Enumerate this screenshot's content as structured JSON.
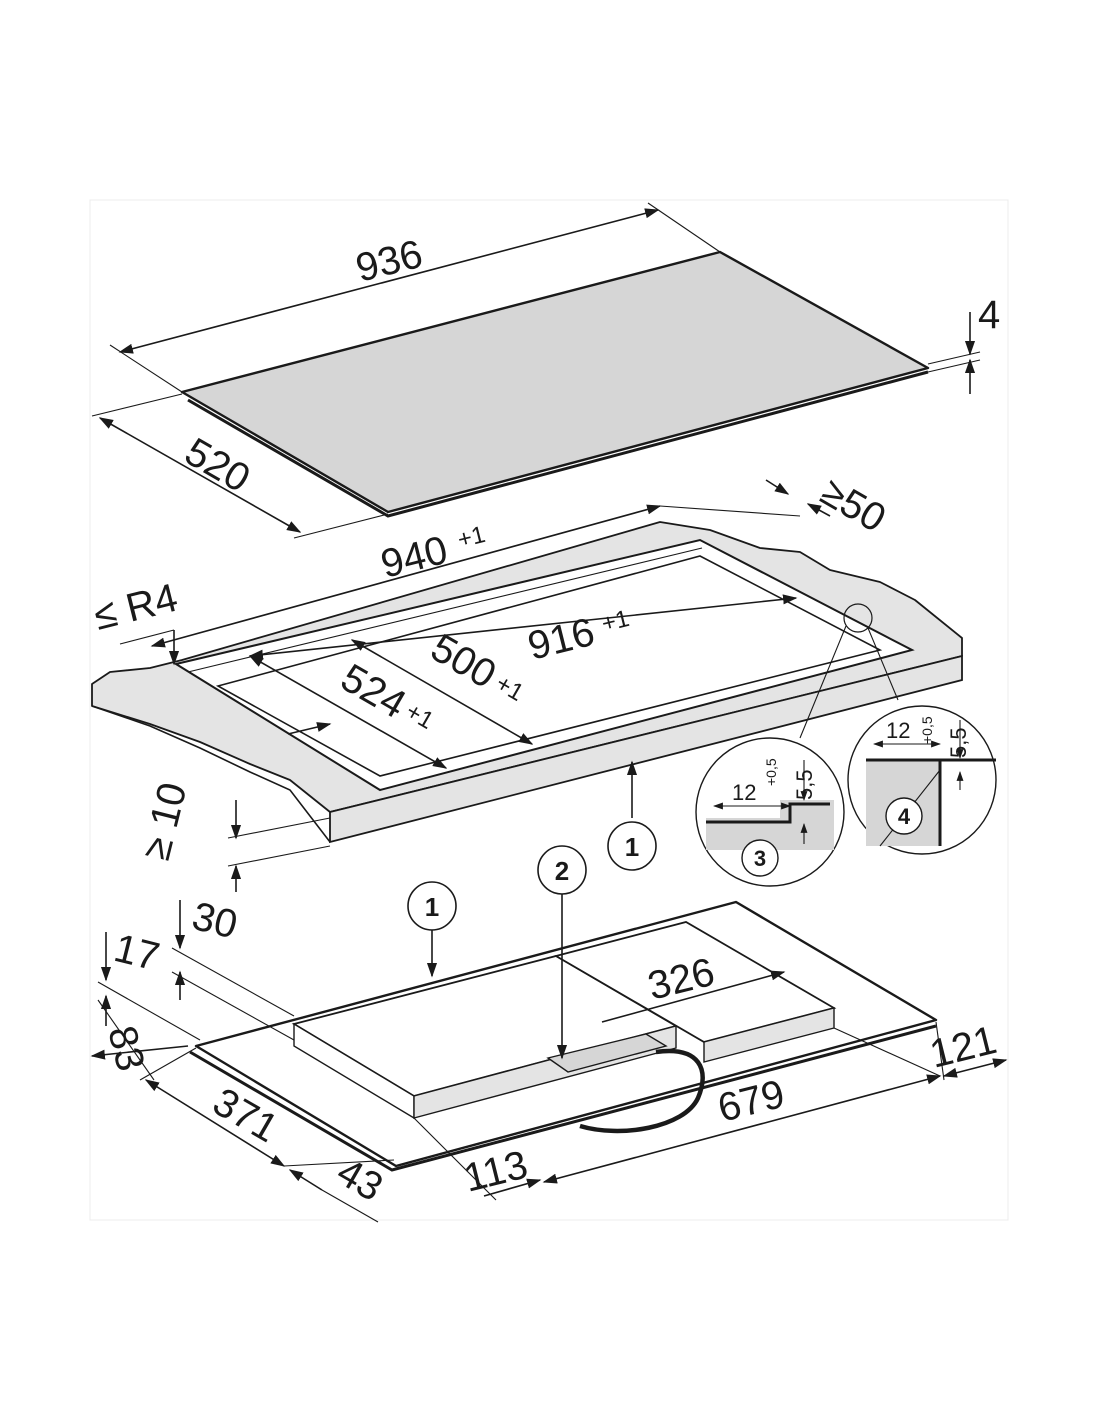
{
  "glass_top": {
    "width": "936",
    "depth": "520",
    "thickness": "4"
  },
  "cutout": {
    "outer_length": "940",
    "outer_length_tol": "+1",
    "edge_distance": "≥50",
    "corner_radius": "≤ R4",
    "inner_length": "916",
    "inner_length_tol": "+1",
    "depth_outer": "524",
    "depth_outer_tol": "+1",
    "depth_inner": "500",
    "depth_inner_tol": "+1",
    "worktop_min": "≥ 10"
  },
  "details": {
    "detail_3": {
      "callout": "3",
      "width": "12",
      "height": "5,5",
      "height_tol": "+0,5"
    },
    "detail_4": {
      "callout": "4",
      "width": "12",
      "height": "5,5",
      "height_tol": "+0,5"
    }
  },
  "callouts": {
    "frame": "1",
    "frame_unit": "1",
    "connection": "2"
  },
  "unit": {
    "depth_total": "30",
    "depth_body": "17",
    "front_offset": "83",
    "left_box": "371",
    "front_gap": "43",
    "center_offset": "113",
    "right_box_depth": "326",
    "right_span": "679",
    "right_offset": "121"
  },
  "colors": {
    "surface_fill": "#d6d6d6",
    "line": "#1a1a1a",
    "background": "#ffffff"
  }
}
